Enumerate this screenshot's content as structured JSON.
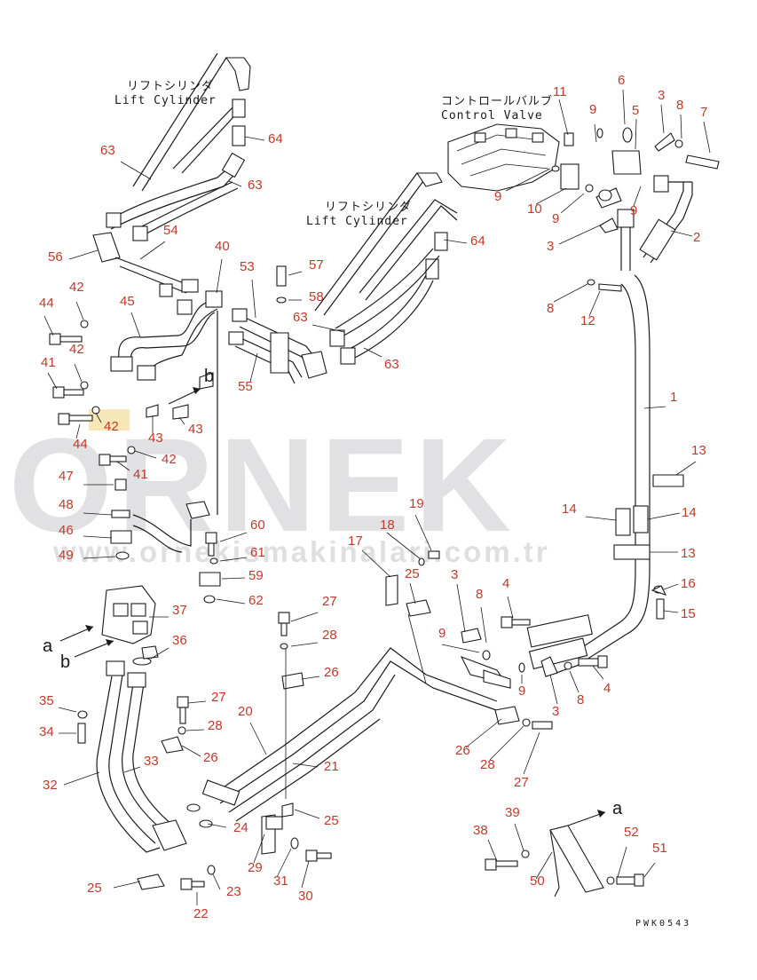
{
  "diagram": {
    "captions": {
      "lift_cylinder_left_ja": "リフトシリンダ",
      "lift_cylinder_left_en": "Lift Cylinder",
      "lift_cylinder_right_ja": "リフトシリンダ",
      "lift_cylinder_right_en": "Lift Cylinder",
      "control_valve_ja": "コントロールバルブ",
      "control_valve_en": "Control Valve"
    },
    "refs": {
      "a_left": "a",
      "b_left": "b",
      "b_mid": "b",
      "a_right": "a"
    },
    "drawing_code": "PWK0543",
    "callouts": [
      "1",
      "2",
      "3",
      "3",
      "3",
      "3",
      "4",
      "4",
      "5",
      "6",
      "7",
      "8",
      "8",
      "8",
      "8",
      "9",
      "9",
      "9",
      "9",
      "9",
      "9",
      "10",
      "11",
      "12",
      "13",
      "13",
      "14",
      "14",
      "15",
      "16",
      "17",
      "18",
      "19",
      "20",
      "21",
      "22",
      "23",
      "24",
      "25",
      "25",
      "25",
      "26",
      "26",
      "26",
      "27",
      "27",
      "27",
      "28",
      "28",
      "28",
      "29",
      "30",
      "31",
      "32",
      "33",
      "34",
      "35",
      "36",
      "37",
      "38",
      "39",
      "40",
      "41",
      "41",
      "42",
      "42",
      "42",
      "42",
      "43",
      "43",
      "44",
      "44",
      "45",
      "46",
      "47",
      "48",
      "49",
      "50",
      "51",
      "52",
      "53",
      "54",
      "55",
      "56",
      "57",
      "58",
      "59",
      "60",
      "61",
      "62",
      "63",
      "63",
      "63",
      "63",
      "64",
      "64"
    ]
  },
  "watermark": {
    "brand": "ORNEK",
    "url": "www.ornekismakinalari.com.tr"
  },
  "colors": {
    "callout": "#c0392b",
    "line": "#1a1a1a",
    "watermark": "#d9d9dc",
    "highlight": "#f2d37a"
  }
}
